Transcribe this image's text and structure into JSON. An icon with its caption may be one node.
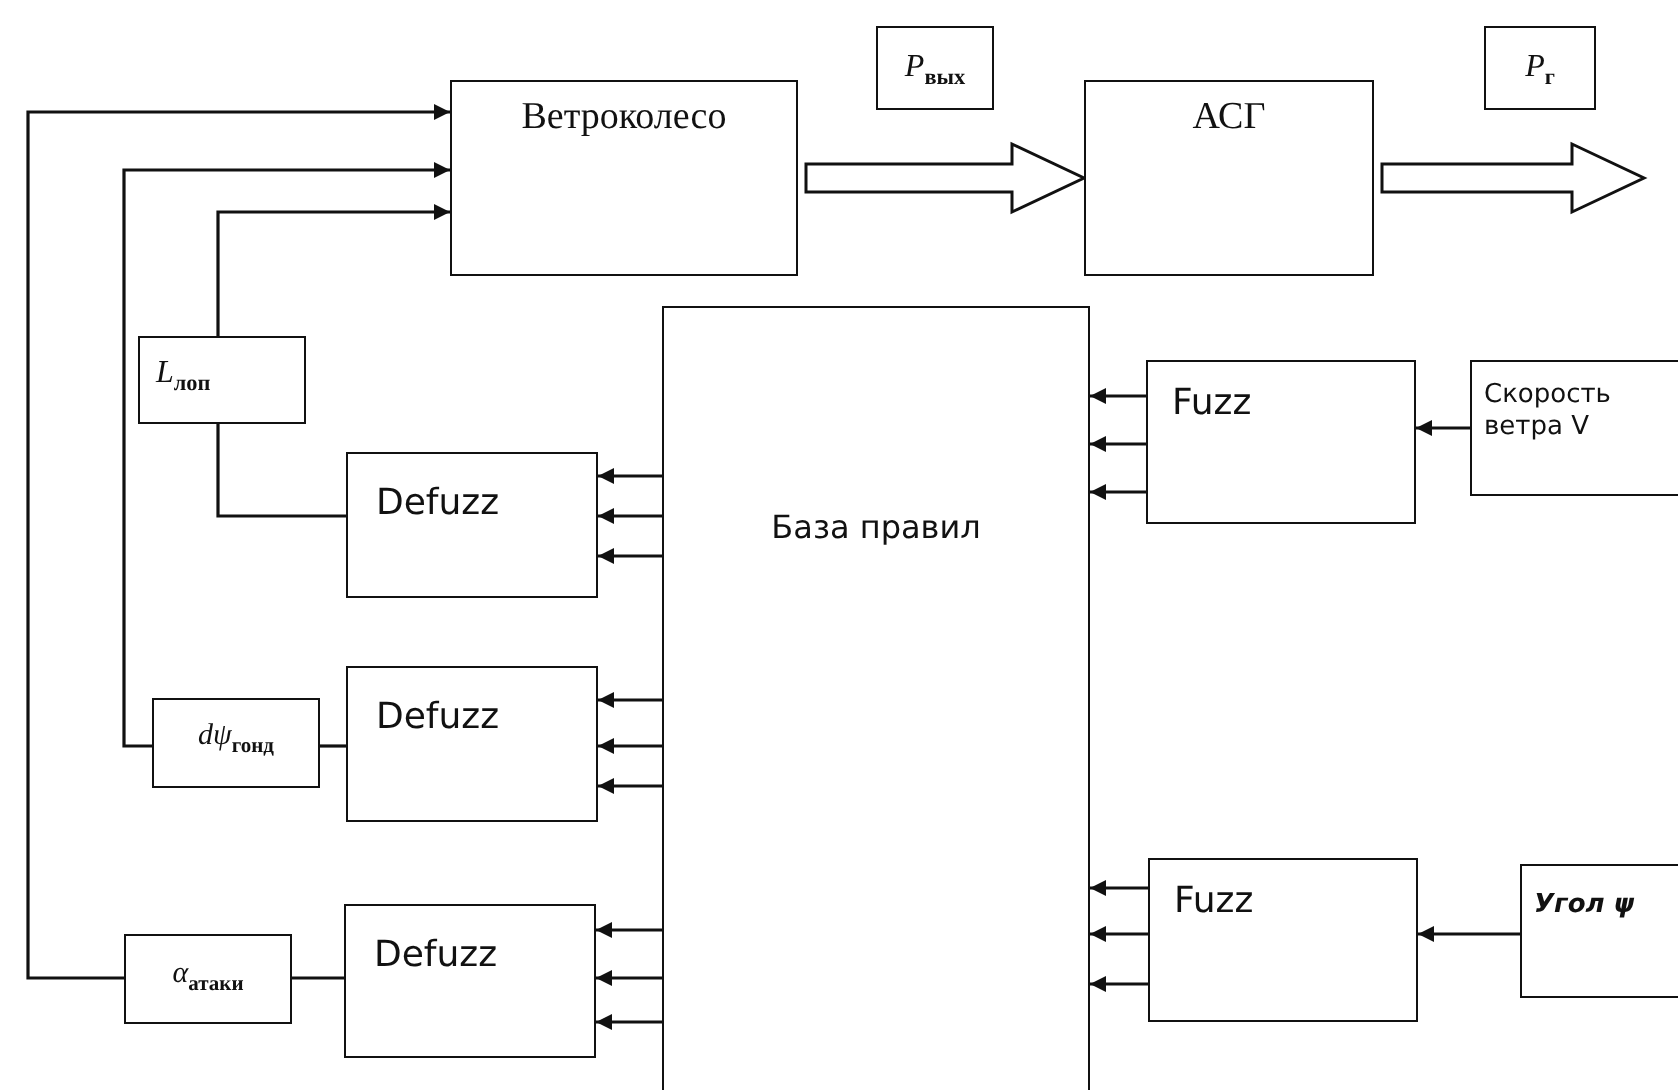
{
  "diagram": {
    "nodes": [
      {
        "text": [
          "Ветроколесо"
        ]
      },
      {
        "text": [
          "*P*$_{вых}$"
        ]
      },
      {
        "text": [
          "АСГ"
        ]
      },
      {
        "text": [
          "*P*$_{г}$"
        ]
      },
      {
        "text": [
          "*L*$_{лоп}$"
        ]
      },
      {
        "text": [
          "База правил"
        ]
      },
      {
        "text": [
          "Fuzz"
        ]
      },
      {
        "text": [
          "Скорость ветра V"
        ]
      },
      {
        "text": [
          "Defuzz"
        ]
      },
      {
        "text": [
          "*dψ*$_{гонд}$"
        ]
      },
      {
        "text": [
          "Defuzz"
        ]
      },
      {
        "text": [
          "Fuzz"
        ]
      },
      {
        "text": [
          "Угол ψ"
        ]
      },
      {
        "text": [
          "*α*$_{атаки}$"
        ]
      },
      {
        "text": [
          "Defuzz"
        ]
      }
    ],
    "edges": [
      {
        "from": 0,
        "to": 2,
        "arrow": "to",
        "style": "thick"
      },
      {
        "from": 2,
        "to": null,
        "arrow": "to",
        "style": "thick"
      },
      {
        "from": 4,
        "to": 0,
        "arrow": "to"
      },
      {
        "from": 9,
        "to": 0,
        "arrow": "to"
      },
      {
        "from": 13,
        "to": 0,
        "arrow": "to"
      },
      {
        "from": 8,
        "to": 4,
        "arrow": "none"
      },
      {
        "from": 10,
        "to": 9,
        "arrow": "none"
      },
      {
        "from": 14,
        "to": 13,
        "arrow": "none"
      },
      {
        "from": 5,
        "to": 8,
        "arrow": "to"
      },
      {
        "from": 5,
        "to": 8,
        "arrow": "to"
      },
      {
        "from": 5,
        "to": 8,
        "arrow": "to"
      },
      {
        "from": 5,
        "to": 10,
        "arrow": "to"
      },
      {
        "from": 5,
        "to": 10,
        "arrow": "to"
      },
      {
        "from": 5,
        "to": 10,
        "arrow": "to"
      },
      {
        "from": 5,
        "to": 14,
        "arrow": "to"
      },
      {
        "from": 5,
        "to": 14,
        "arrow": "to"
      },
      {
        "from": 5,
        "to": 14,
        "arrow": "to"
      },
      {
        "from": 6,
        "to": 5,
        "arrow": "to"
      },
      {
        "from": 6,
        "to": 5,
        "arrow": "to"
      },
      {
        "from": 6,
        "to": 5,
        "arrow": "to"
      },
      {
        "from": 11,
        "to": 5,
        "arrow": "to"
      },
      {
        "from": 11,
        "to": 5,
        "arrow": "to"
      },
      {
        "from": 11,
        "to": 5,
        "arrow": "to"
      },
      {
        "from": 7,
        "to": 6,
        "arrow": "to"
      },
      {
        "from": 12,
        "to": 11,
        "arrow": "to"
      }
    ]
  }
}
